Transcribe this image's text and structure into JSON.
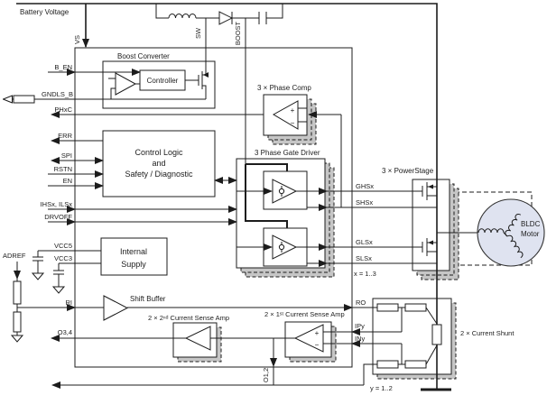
{
  "labels": {
    "battery_voltage": "Battery Voltage",
    "vs": "VS",
    "sw": "SW",
    "boost": "BOOST",
    "b_en": "B_EN",
    "gndls_b": "GNDLS_B",
    "phxc": "PHxC",
    "err": "ERR",
    "spi": "SPI",
    "rstn": "RSTN",
    "en": "EN",
    "ihsx_ilsx": "IHSx, ILSx",
    "drvoff": "DRVOFF",
    "vcc5": "VCC5",
    "vcc3": "VCC3",
    "adref": "ADREF",
    "ri": "RI",
    "o34": "O3,4",
    "o12": "O1,2",
    "boost_converter": "Boost Converter",
    "controller": "Controller",
    "control_logic_1": "Control Logic",
    "control_logic_2": "and",
    "control_logic_3": "Safety / Diagnostic",
    "internal_supply_1": "Internal",
    "internal_supply_2": "Supply",
    "shift_buffer": "Shift Buffer",
    "phase_comp": "3 × Phase Comp",
    "gate_driver": "3 Phase Gate Driver",
    "power_stage": "3 × PowerStage",
    "amp2": "2 × 2ⁿᵈ Current Sense Amp",
    "amp1": "2 × 1ˢᵗ Current Sense Amp",
    "current_shunt": "2 × Current Shunt",
    "ghsx": "GHSx",
    "shsx": "SHSx",
    "glsx": "GLSx",
    "slsx": "SLSx",
    "ro": "RO",
    "ipy": "IPy",
    "iny": "INy",
    "x_range": "x = 1..3",
    "y_range": "y = 1..2",
    "motor_1": "BLDC",
    "motor_2": "Motor",
    "plus": "+",
    "minus": "−"
  },
  "colors": {
    "line": "#1c1c1c",
    "shadow_fill": "#c6c6c6",
    "motor_fill": "#dfe3f0"
  }
}
